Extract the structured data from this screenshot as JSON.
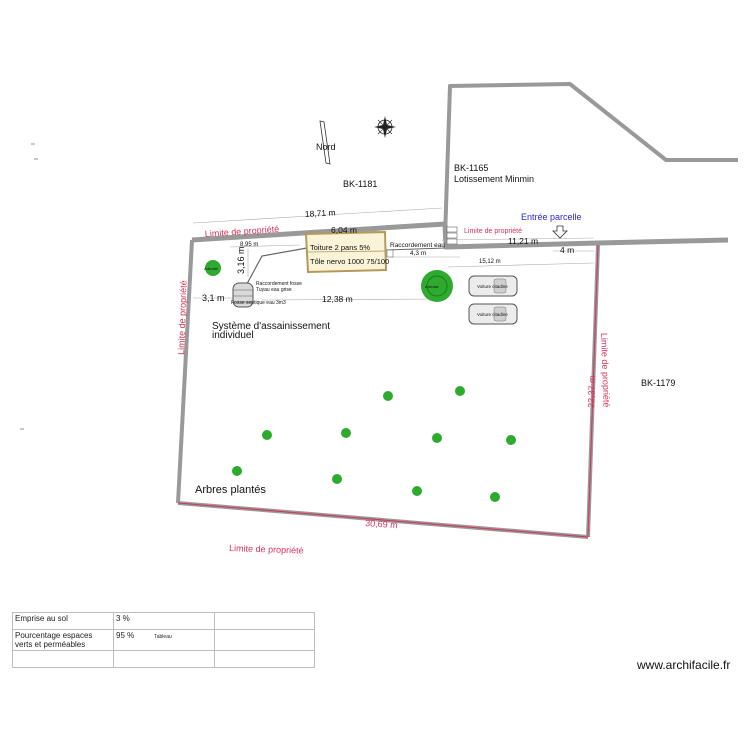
{
  "north_label": "Nord",
  "parcels": {
    "bk1181": "BK-1181",
    "bk1165": "BK-1165",
    "lotissement": "Lotissement Minmin",
    "bk1179": "BK-1179"
  },
  "entry_label": "Entrée parcelle",
  "property_limit": "Limite de propriété",
  "dimensions": {
    "d1871": "18,71 m",
    "d604": "6,04 m",
    "d1121": "11,21 m",
    "d4": "4 m",
    "d895": "8,95 m",
    "d316": "3,16 m",
    "d43": "4,3 m",
    "d1512": "15,12 m",
    "d31": "3,1 m",
    "d1238": "12,38 m",
    "d2237": "22,37 m",
    "d3069": "30,69 m"
  },
  "building": {
    "roof": "Toiture 2 pans 5%",
    "sheet": "Tôle nervo 1000 75/100"
  },
  "notes": {
    "raccordement_eau": "Raccordement eau",
    "raccordement_fosse": "Raccordement fosse",
    "tuyau": "Tuyau eau grise",
    "fosse": "Fosse septique eau 3m3",
    "voiture": "Voiture citadine"
  },
  "labels": {
    "assainissement_1": "Système d'assainissement",
    "assainissement_2": "individuel",
    "arbres": "Arbres plantés",
    "arbre_small": "Arbuste"
  },
  "table": {
    "rows": [
      {
        "label": "Emprise au sol",
        "value": "3 %",
        "note": ""
      },
      {
        "label": "Pourcentage espaces verts et perméables",
        "value": "95 %",
        "note": "Tableau"
      }
    ]
  },
  "watermark": "www.archifacile.fr",
  "colors": {
    "wall": "#999999",
    "limit": "#d6335a",
    "tree": "#2eaa2e",
    "building_fill": "#faf3d8",
    "building_stroke": "#b39a5a"
  },
  "icons": [
    "compass-rose-icon",
    "north-arrow-icon",
    "entry-arrow-icon",
    "car-icon",
    "tree-icon",
    "septic-tank-icon"
  ]
}
